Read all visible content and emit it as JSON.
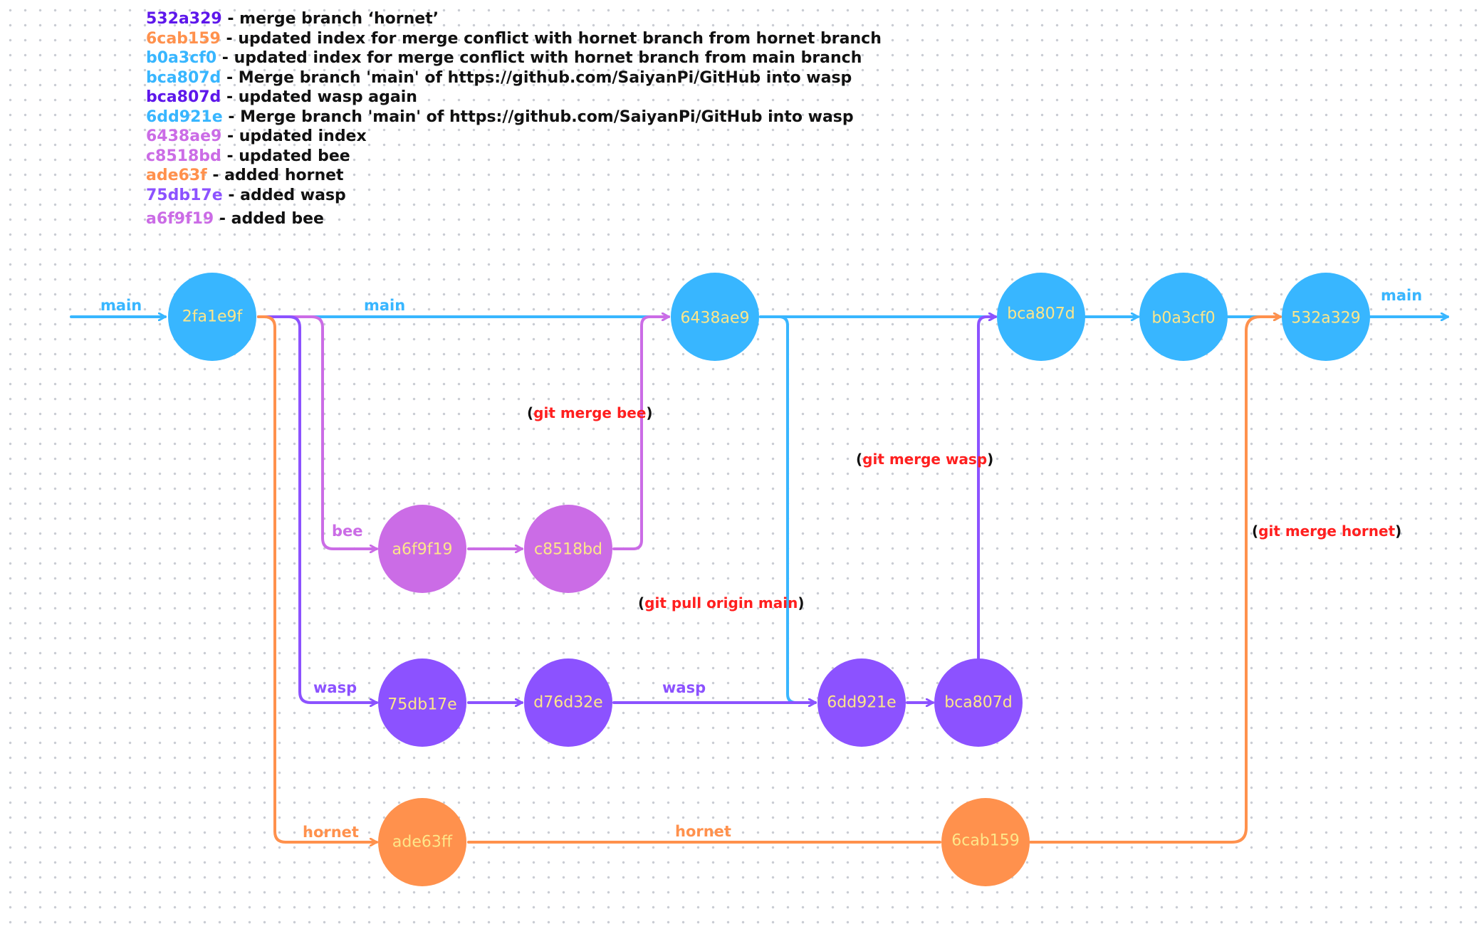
{
  "colors": {
    "main": "#38b6ff",
    "bee": "#cb6ce6",
    "wasp": "#8c52ff",
    "hornet": "#ff914d",
    "merge_wasp_commit": "#5e17eb",
    "command_text": "#ff1f1f",
    "commit_text": "#fde68a"
  },
  "legend": [
    {
      "hash": "532a329",
      "desc": " - merge branch ‘hornet’",
      "color": "#5e17eb"
    },
    {
      "hash": "6cab159",
      "desc": " - updated index for merge conflict with hornet branch from hornet branch",
      "color": "#ff914d"
    },
    {
      "hash": "b0a3cf0",
      "desc": " - updated index for merge conflict with hornet branch from main branch",
      "color": "#38b6ff"
    },
    {
      "hash": "bca807d",
      "desc": " - Merge branch 'main' of https://github.com/SaiyanPi/GitHub into wasp",
      "color": "#38b6ff"
    },
    {
      "hash": "bca807d",
      "desc": " - updated wasp again",
      "color": "#5e17eb"
    },
    {
      "hash": "6dd921e",
      "desc": " - Merge branch 'main' of https://github.com/SaiyanPi/GitHub into wasp",
      "color": "#38b6ff"
    },
    {
      "hash": "6438ae9",
      "desc": " - updated index",
      "color": "#cb6ce6"
    },
    {
      "hash": "c8518bd",
      "desc": " - updated bee",
      "color": "#cb6ce6"
    },
    {
      "hash": "ade63f",
      "desc": " - added hornet",
      "color": "#ff914d"
    },
    {
      "hash": "75db17e",
      "desc": " - added wasp",
      "color": "#8c52ff"
    },
    {
      "hash": "a6f9f19",
      "desc": " - added bee",
      "color": "#cb6ce6"
    }
  ],
  "commits": {
    "main_start": "2fa1e9f",
    "main_6438ae9": "6438ae9",
    "main_bca807d": "bca807d",
    "main_b0a3cf0": "b0a3cf0",
    "main_532a329": "532a329",
    "bee_a6f9f19": "a6f9f19",
    "bee_c8518bd": "c8518bd",
    "wasp_75db17e": "75db17e",
    "wasp_d76d32e": "d76d32e",
    "wasp_6dd921e": "6dd921e",
    "wasp_bca807d": "bca807d",
    "hornet_ade63ff": "ade63ff",
    "hornet_6cab159": "6cab159"
  },
  "branch_labels": {
    "main_left": "main",
    "main_mid": "main",
    "main_right": "main",
    "bee": "bee",
    "wasp_left": "wasp",
    "wasp_mid": "wasp",
    "hornet_left": "hornet",
    "hornet_mid": "hornet"
  },
  "commands": {
    "merge_bee": "git merge bee",
    "merge_wasp": "git merge wasp",
    "pull_origin_main": "git pull origin main",
    "merge_hornet": "git merge hornet"
  },
  "parens": {
    "open": "(",
    "close": ")"
  }
}
